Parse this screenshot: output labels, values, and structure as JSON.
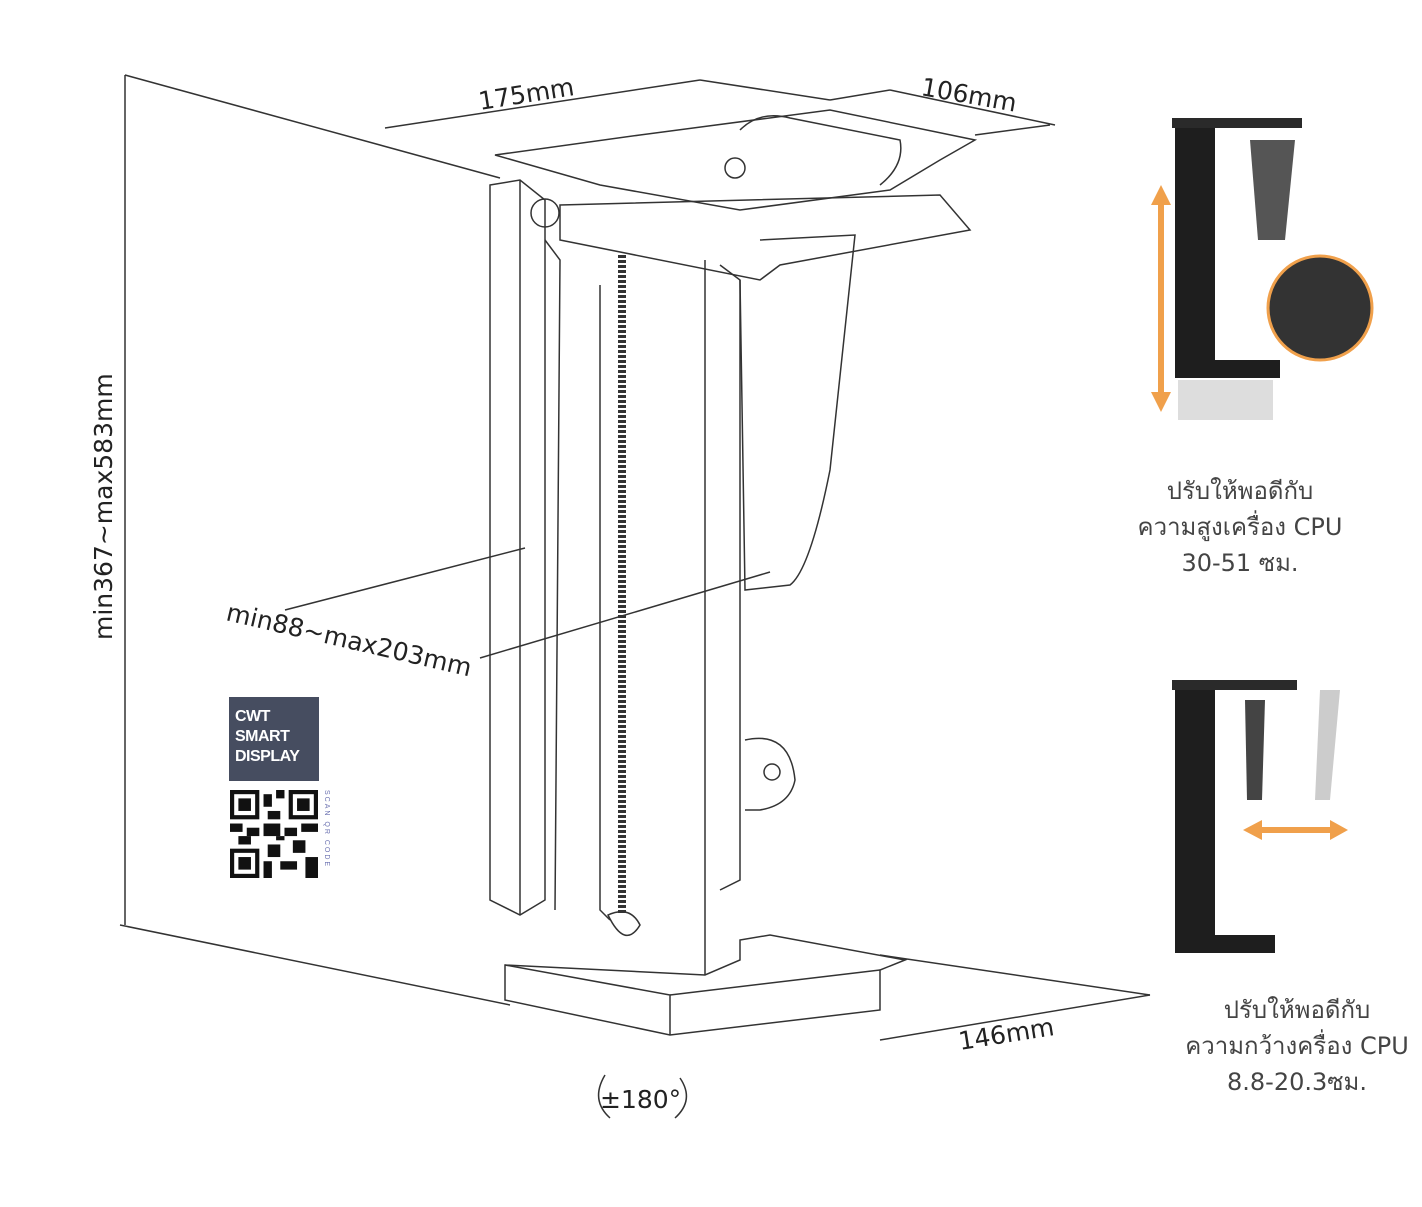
{
  "dimensions": {
    "top_width": "175mm",
    "top_depth": "106mm",
    "height_range": "min367~max583mm",
    "width_range": "min88~max203mm",
    "bottom_depth": "146mm",
    "rotation": "±180°"
  },
  "logo": {
    "line1": "CWT",
    "line2": "SMART",
    "line3": "DISPLAY",
    "scan_label": "SCAN QR CODE"
  },
  "height_adjust": {
    "line1": "ปรับให้พอดีกับ",
    "line2": "ความสูงเครื่อง CPU",
    "line3": "30-51 ซม."
  },
  "width_adjust": {
    "line1": "ปรับให้พอดีกับ",
    "line2": "ความกว้างครื่อง CPU",
    "line3": "8.8-20.3ซม."
  },
  "colors": {
    "accent": "#f0a04b",
    "product": "#222222",
    "logo_bg": "#464d60"
  }
}
